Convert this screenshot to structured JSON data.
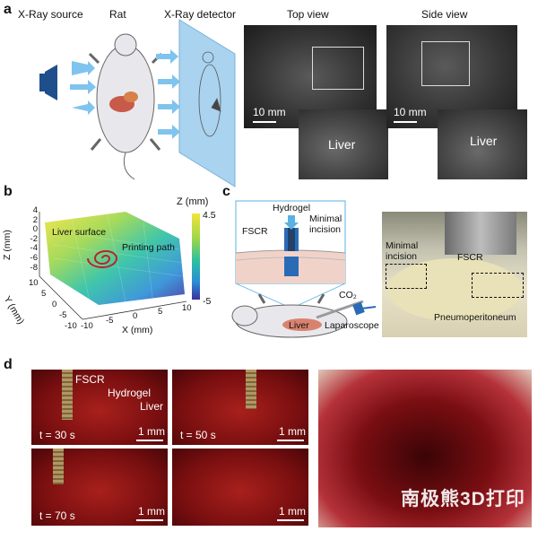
{
  "panels": {
    "a": "a",
    "b": "b",
    "c": "c",
    "d": "d"
  },
  "panel_a": {
    "xray_source": "X-Ray source",
    "rat": "Rat",
    "xray_detector": "X-Ray detector",
    "top_view": "Top view",
    "side_view": "Side view",
    "scale_top": "10 mm",
    "scale_side": "10 mm",
    "liver_top": "Liver",
    "liver_side": "Liver"
  },
  "panel_b": {
    "zlabel": "Z (mm)",
    "ylabel": "Y (mm)",
    "xlabel": "X (mm)",
    "z_ticks": [
      "4",
      "2",
      "0",
      "-2",
      "-4",
      "-6",
      "-8"
    ],
    "y_ticks": [
      "10",
      "5",
      "0",
      "-5",
      "-10"
    ],
    "x_ticks": [
      "-10",
      "-5",
      "0",
      "5",
      "10"
    ],
    "colorbar_title": "Z (mm)",
    "colorbar_max": "4.5",
    "colorbar_min": "-5",
    "liver_surface": "Liver surface",
    "printing_path": "Printing path"
  },
  "panel_c": {
    "hydrogel": "Hydrogel",
    "fscr": "FSCR",
    "minimal_incision": "Minimal incision",
    "co2": "CO₂",
    "liver": "Liver",
    "laparoscope": "Laparoscope",
    "photo_minimal_incision": "Minimal incision",
    "photo_fscr": "FSCR",
    "pneumoperitoneum": "Pneumoperitoneum"
  },
  "panel_d": {
    "fscr": "FSCR",
    "hydrogel": "Hydrogel",
    "liver": "Liver",
    "t1": "t = 30 s",
    "t2": "t = 50 s",
    "t3": "t = 70 s",
    "scale": "1 mm",
    "watermark": "南极熊3D打印"
  },
  "colors": {
    "ct_bg": "#2b2b2b",
    "liver_red": "#a8201c",
    "xray_blue": "#6fb5e6",
    "colormap": [
      "#3b2f9e",
      "#2a8cd6",
      "#2bc0a0",
      "#9bd64a",
      "#f2e33a"
    ]
  }
}
